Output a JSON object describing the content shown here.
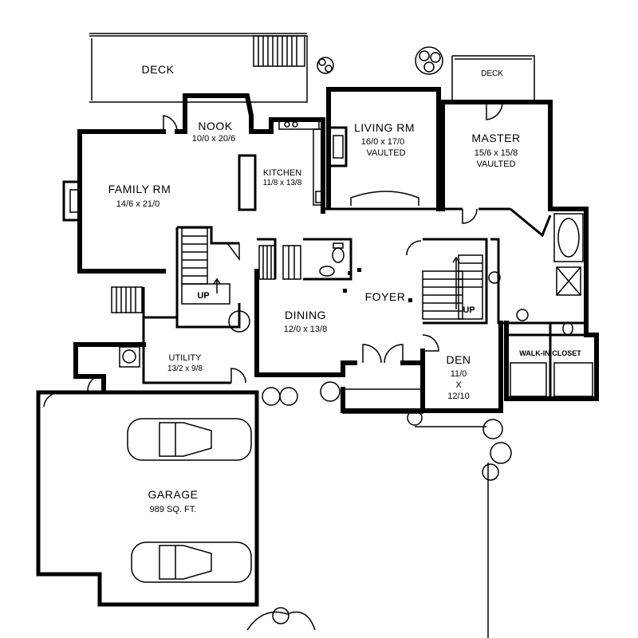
{
  "rooms": {
    "deck_main": {
      "name": "DECK"
    },
    "deck_master": {
      "name": "DECK"
    },
    "nook": {
      "name": "NOOK",
      "size": "10/0 x 20/6"
    },
    "living": {
      "name": "LIVING RM",
      "size": "16/0 x 17/0",
      "note": "VAULTED"
    },
    "master": {
      "name": "MASTER",
      "size": "15/6 x 15/8",
      "note": "VAULTED"
    },
    "kitchen": {
      "name": "KITCHEN",
      "size": "11/8 x 13/8"
    },
    "family": {
      "name": "FAMILY RM",
      "size": "14/6 x 21/0"
    },
    "foyer": {
      "name": "FOYER"
    },
    "dining": {
      "name": "DINING",
      "size": "12/0 x 13/8"
    },
    "utility": {
      "name": "UTILITY",
      "size": "13/2 x 9/8"
    },
    "walkin": {
      "name": "WALK-IN CLOSET"
    },
    "den": {
      "name": "DEN",
      "size_1": "11/0",
      "size_2": "X",
      "size_3": "12/10"
    },
    "garage": {
      "name": "GARAGE",
      "size": "989 SQ. FT."
    }
  },
  "stairs": {
    "up_left": "UP",
    "up_right": "UP"
  },
  "icons": [
    "fireplace-icon",
    "car-icon",
    "tree-icon",
    "bathtub-icon",
    "toilet-icon",
    "sink-icon",
    "door-swing-icon",
    "stairs-icon"
  ]
}
